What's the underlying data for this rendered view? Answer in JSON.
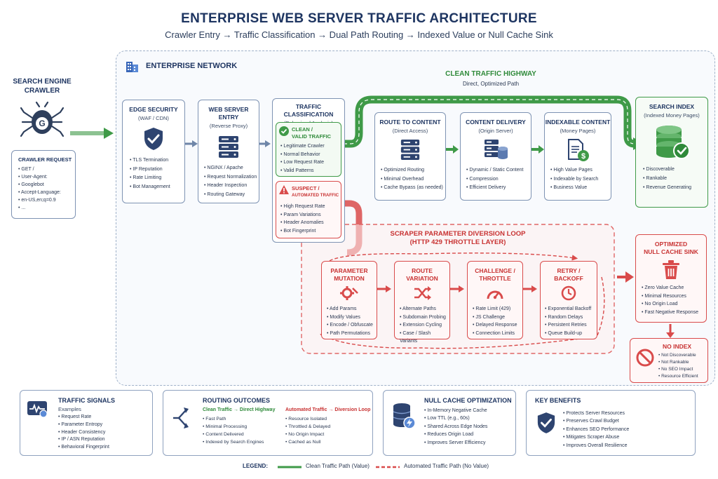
{
  "header": {
    "title": "ENTERPRISE WEB SERVER TRAFFIC ARCHITECTURE",
    "subtitle": "Crawler Entry → Traffic Classification → Dual Path Routing → Indexed Value or Null Cache Sink"
  },
  "network_label": "ENTERPRISE NETWORK",
  "crawler": {
    "title_line1": "SEARCH ENGINE",
    "title_line2": "CRAWLER",
    "request_title": "CRAWLER REQUEST",
    "request_lines": [
      "GET /",
      "User-Agent:",
      "Googlebot",
      "Accept-Language:",
      "en-US,en;q=0.9",
      "..."
    ]
  },
  "edge_security": {
    "title": "EDGE SECURITY",
    "subtitle": "(WAF / CDN)",
    "items": [
      "TLS Termination",
      "IP Reputation",
      "Rate Limiting",
      "Bot Management"
    ]
  },
  "web_server": {
    "title": "WEB SERVER ENTRY",
    "subtitle": "(Reverse Proxy)",
    "items": [
      "NGINX / Apache",
      "Request Normalization",
      "Header Inspection",
      "Routing Gateway"
    ]
  },
  "classification": {
    "title": "TRAFFIC CLASSIFICATION",
    "subtitle": "(Behavioral Analysis)",
    "clean_line1": "CLEAN /",
    "clean_line2": "VALID TRAFFIC",
    "clean_items": [
      "Legitimate Crawler",
      "Normal Behavior",
      "Low Request Rate",
      "Valid Patterns"
    ],
    "suspect_line1": "SUSPECT /",
    "suspect_line2": "AUTOMATED TRAFFIC",
    "suspect_items": [
      "High Request Rate",
      "Param Variations",
      "Header Anomalies",
      "Bot Fingerprint"
    ]
  },
  "highway": {
    "title": "CLEAN TRAFFIC HIGHWAY",
    "subtitle": "Direct, Optimized Path"
  },
  "route_content": {
    "title": "ROUTE TO CONTENT",
    "subtitle": "(Direct Access)",
    "items": [
      "Optimized Routing",
      "Minimal Overhead",
      "Cache Bypass (as needed)"
    ]
  },
  "content_delivery": {
    "title": "CONTENT DELIVERY",
    "subtitle": "(Origin Server)",
    "items": [
      "Dynamic / Static Content",
      "Compression",
      "Efficient Delivery"
    ]
  },
  "indexable": {
    "title": "INDEXABLE CONTENT",
    "subtitle": "(Money Pages)",
    "items": [
      "High Value Pages",
      "Indexable by Search",
      "Business Value"
    ]
  },
  "search_index": {
    "title": "SEARCH INDEX",
    "subtitle": "(Indexed Money Pages)",
    "items": [
      "Discoverable",
      "Rankable",
      "Revenue Generating"
    ]
  },
  "loop": {
    "title_line1": "SCRAPER PARAMETER DIVERSION LOOP",
    "title_line2": "(HTTP 429 THROTTLE LAYER)"
  },
  "param_mutation": {
    "title_line1": "PARAMETER",
    "title_line2": "MUTATION",
    "items": [
      "Add Params",
      "Modify Values",
      "Encode / Obfuscate",
      "Path Permutations"
    ]
  },
  "route_variation": {
    "title_line1": "ROUTE",
    "title_line2": "VARIATION",
    "items": [
      "Alternate Paths",
      "Subdomain Probing",
      "Extension Cycling",
      "Case / Slash Variants"
    ]
  },
  "challenge": {
    "title_line1": "CHALLENGE /",
    "title_line2": "THROTTLE",
    "items": [
      "Rate Limit (429)",
      "JS Challenge",
      "Delayed Response",
      "Connection Limits"
    ]
  },
  "retry": {
    "title_line1": "RETRY /",
    "title_line2": "BACKOFF",
    "items": [
      "Exponential Backoff",
      "Random Delays",
      "Persistent Retries",
      "Queue Build-up"
    ]
  },
  "null_sink": {
    "title_line1": "OPTIMIZED",
    "title_line2": "NULL CACHE SINK",
    "items": [
      "Zero Value Cache",
      "Minimal Resources",
      "No Origin Load",
      "Fast Negative Response"
    ]
  },
  "no_index": {
    "title": "NO INDEX",
    "items": [
      "Not Discoverable",
      "Not Rankable",
      "No SEO Impact",
      "Resource Efficient"
    ]
  },
  "signals": {
    "title": "TRAFFIC SIGNALS",
    "examples": "Examples",
    "items": [
      "Request Rate",
      "Parameter Entropy",
      "Header Consistency",
      "IP / ASN Reputation",
      "Behavioral Fingerprint"
    ]
  },
  "outcomes": {
    "title": "ROUTING OUTCOMES",
    "clean_head": "Clean Traffic → Direct Highway",
    "clean_items": [
      "Fast Path",
      "Minimal Processing",
      "Content Delivered",
      "Indexed by Search Engines"
    ],
    "auto_head": "Automated Traffic → Diversion Loop",
    "auto_items": [
      "Resource Isolated",
      "Throttled & Delayed",
      "No Origin Impact",
      "Cached as Null"
    ]
  },
  "null_opt": {
    "title": "NULL CACHE OPTIMIZATION",
    "items": [
      "In-Memory Negative Cache",
      "Low TTL (e.g., 60s)",
      "Shared Across Edge Nodes",
      "Reduces Origin Load",
      "Improves Server Efficiency"
    ]
  },
  "benefits": {
    "title": "KEY BENEFITS",
    "items": [
      "Protects Server Resources",
      "Preserves Crawl Budget",
      "Enhances SEO Performance",
      "Mitigates Scraper Abuse",
      "Improves Overall Resilience"
    ]
  },
  "legend": {
    "label": "LEGEND:",
    "clean": "Clean Traffic Path (Value)",
    "auto": "Automated Traffic Path (No Value)"
  },
  "colors": {
    "navy": "#1e3561",
    "green": "#3f9a48",
    "red": "#d94b4b"
  }
}
